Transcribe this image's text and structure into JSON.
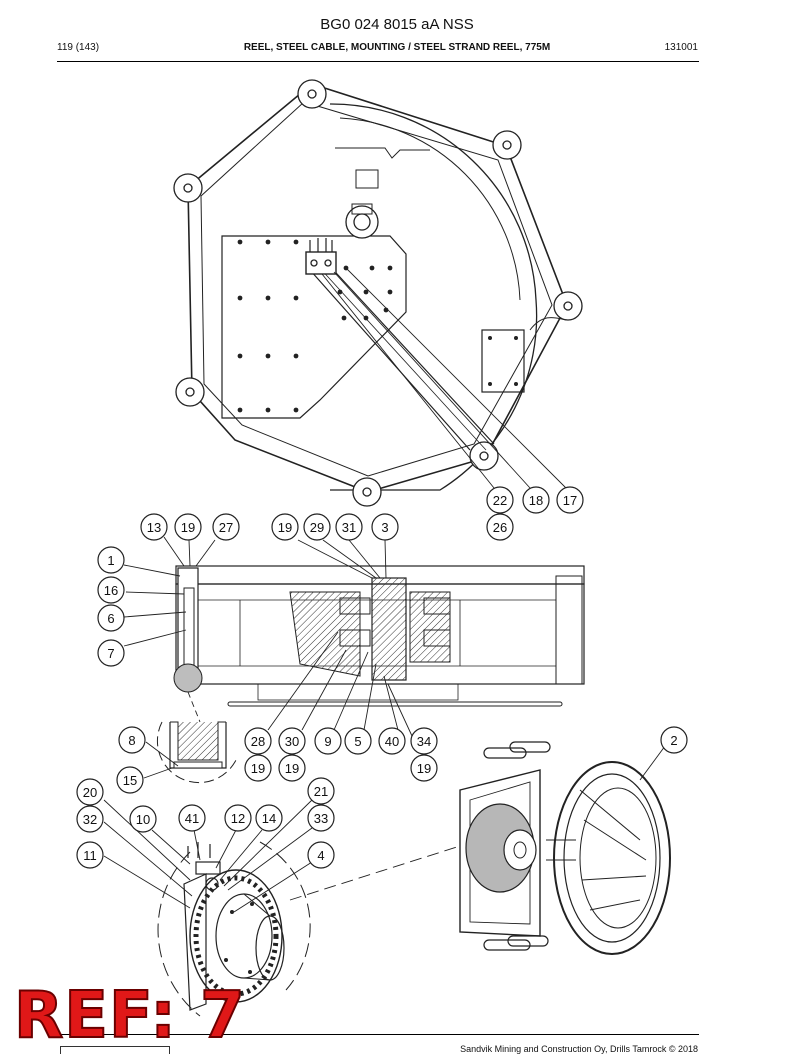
{
  "document": {
    "title": "BG0 024 8015 aA NSS",
    "page": "119 (143)",
    "heading": "REEL, STEEL CABLE, MOUNTING / STEEL STRAND REEL, 775M",
    "code": "131001",
    "footer": "Sandvik Mining and Construction Oy, Drills Tamrock © 2018"
  },
  "stamp": "REF: 7",
  "callouts": [
    "22",
    "18",
    "17",
    "26",
    "13",
    "19",
    "27",
    "19",
    "29",
    "31",
    "3",
    "1",
    "16",
    "6",
    "7",
    "8",
    "28",
    "30",
    "9",
    "5",
    "40",
    "34",
    "2",
    "19",
    "19",
    "19",
    "15",
    "20",
    "21",
    "32",
    "10",
    "41",
    "12",
    "14",
    "33",
    "11",
    "4"
  ]
}
